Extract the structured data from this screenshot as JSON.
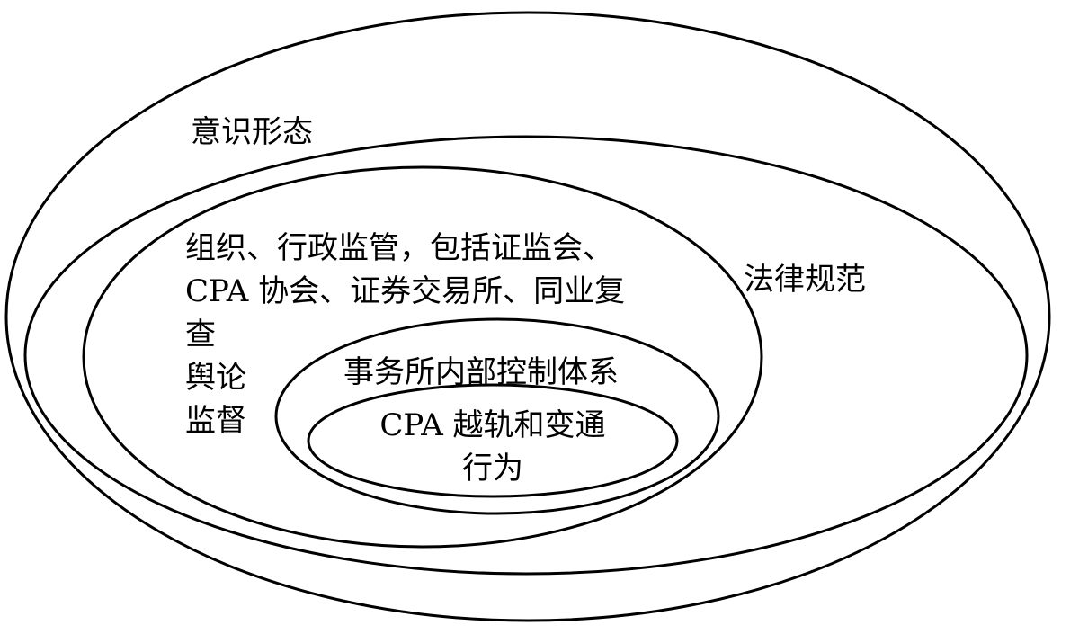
{
  "diagram": {
    "levels": [
      {
        "id": "ideology",
        "label": "意识形态"
      },
      {
        "id": "law",
        "label": "法律规范"
      },
      {
        "id": "supervision",
        "lines": [
          "组织、行政监管，包括证监会、",
          "CPA 协会、证券交易所、同业复",
          "查",
          "舆论",
          "监督"
        ]
      },
      {
        "id": "internal-control",
        "label": "事务所内部控制体系"
      },
      {
        "id": "cpa-behavior",
        "lines": [
          "CPA 越轨和变通",
          "行为"
        ]
      }
    ]
  }
}
